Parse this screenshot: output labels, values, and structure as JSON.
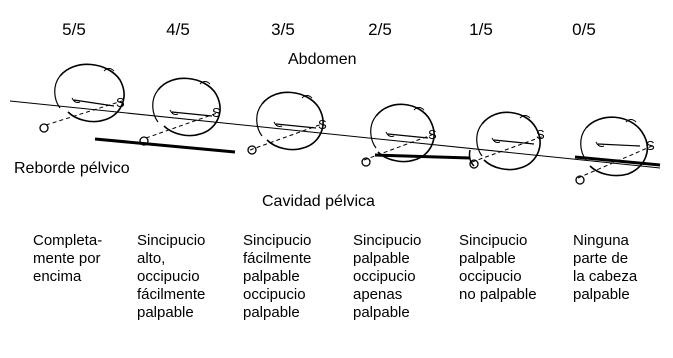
{
  "fractions": [
    "5/5",
    "4/5",
    "3/5",
    "2/5",
    "1/5",
    "0/5"
  ],
  "labels": {
    "abdomen": "Abdomen",
    "pelvic_brim": "Reborde pélvico",
    "pelvic_cavity": "Cavidad pélvica"
  },
  "head_markers": {
    "sinciput": "S",
    "occiput": "O"
  },
  "descriptions": [
    "Completa-\nmente por\nencima",
    "Sincipucio\nalto,\noccipucio\nfácilmente\npalpable",
    "Sincipucio\nfácilmente\npalpable\noccipucio\npalpable",
    "Sincipucio\npalpable\noccipucio\napenas\npalpable",
    "Sincipucio\npalpable\noccipucio\nno palpable",
    "Ninguna\nparte de\nla cabeza\npalpable"
  ]
}
